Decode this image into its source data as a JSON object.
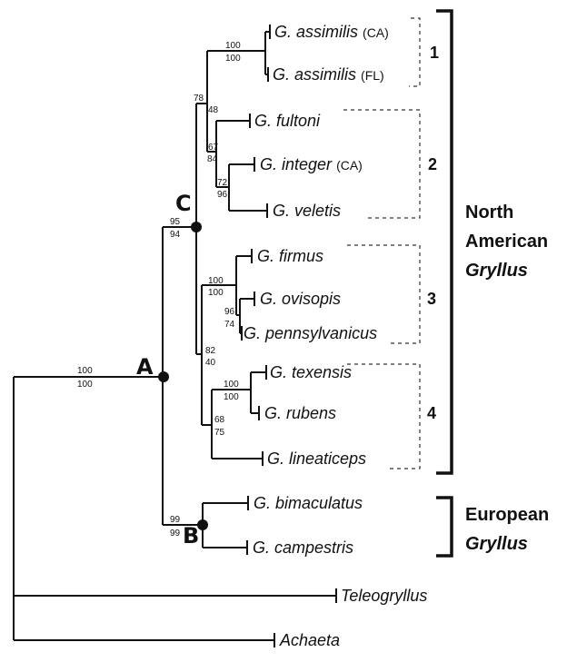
{
  "taxa": {
    "assimilis_ca": {
      "name": "G. assimilis",
      "loc": "(CA)"
    },
    "assimilis_fl": {
      "name": "G. assimilis",
      "loc": "(FL)"
    },
    "fultoni": {
      "name": "G. fultoni"
    },
    "integer": {
      "name": "G. integer",
      "loc": "(CA)"
    },
    "veletis": {
      "name": "G. veletis"
    },
    "firmus": {
      "name": "G. firmus"
    },
    "ovisopis": {
      "name": "G. ovisopis"
    },
    "pennsylvanicus": {
      "name": "G. pennsylvanicus"
    },
    "texensis": {
      "name": "G. texensis"
    },
    "rubens": {
      "name": "G. rubens"
    },
    "lineaticeps": {
      "name": "G. lineaticeps"
    },
    "bimaculatus": {
      "name": "G. bimaculatus"
    },
    "campestris": {
      "name": "G. campestris"
    },
    "teleogryllus": {
      "name": "Teleogryllus"
    },
    "achaeta": {
      "name": "Achaeta"
    }
  },
  "support": {
    "root_a": [
      "100",
      "100"
    ],
    "a_c": [
      "95",
      "94"
    ],
    "a_b": [
      "99",
      "99"
    ],
    "assimilis": [
      "100",
      "100"
    ],
    "n78": [
      "78",
      "48"
    ],
    "n67": [
      "67",
      "84"
    ],
    "n72": [
      "72",
      "96"
    ],
    "clade3": [
      "100",
      "100"
    ],
    "n96": [
      "96",
      "74"
    ],
    "n82": [
      "82",
      "40"
    ],
    "clade4": [
      "100",
      "100"
    ],
    "n68": [
      "68",
      "75"
    ]
  },
  "nodes": {
    "a": "A",
    "b": "B",
    "c": "C"
  },
  "clades": [
    "1",
    "2",
    "3",
    "4"
  ],
  "groups": {
    "north_american": {
      "line1": "North",
      "line2": "American",
      "genus": "Gryllus"
    },
    "european": {
      "line1": "European",
      "genus": "Gryllus"
    }
  }
}
